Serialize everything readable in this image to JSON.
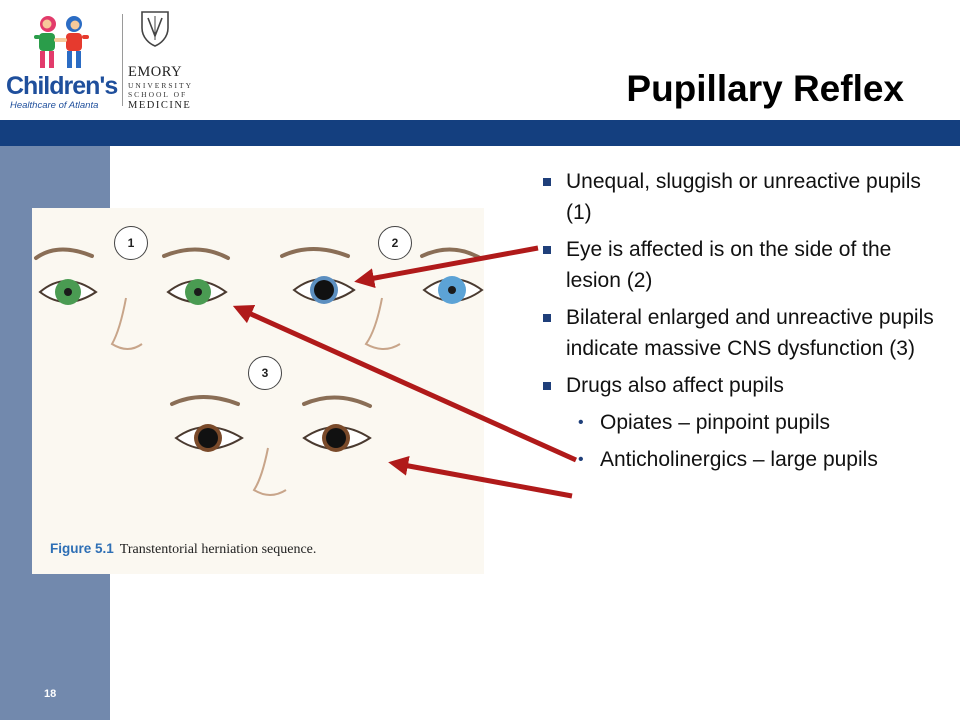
{
  "logos": {
    "childrens_name": "Children's",
    "childrens_tagline": "Healthcare of Atlanta",
    "emory_name": "EMORY",
    "emory_line1": "UNIVERSITY",
    "emory_line2": "SCHOOL OF",
    "emory_line3": "MEDICINE"
  },
  "slide": {
    "title": "Pupillary Reflex",
    "page_number": "18"
  },
  "figure": {
    "label_1": "1",
    "label_2": "2",
    "label_3": "3",
    "caption_label": "Figure 5.1",
    "caption_text": "Transtentorial herniation sequence."
  },
  "bullets": [
    "Unequal, sluggish or unreactive pupils (1)",
    "Eye is affected is on the side of the lesion (2)",
    "Bilateral enlarged and unreactive pupils indicate massive CNS dysfunction (3)",
    "Drugs also affect pupils"
  ],
  "sub_bullets": [
    "Opiates – pinpoint pupils",
    "Anticholinergics – large pupils"
  ],
  "colors": {
    "header_bar": "#143f7f",
    "side_bar": "#7289ad",
    "arrow": "#b01a1a",
    "bullet": "#1f3f7a"
  }
}
